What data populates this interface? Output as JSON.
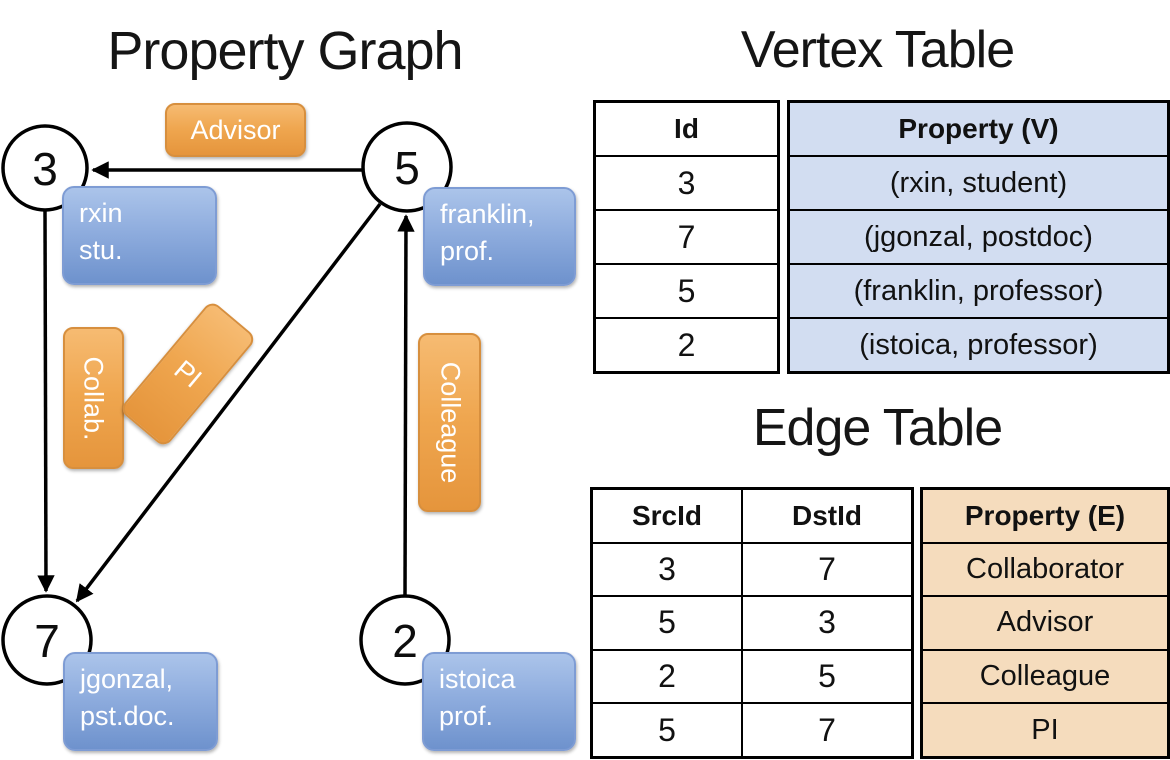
{
  "graph": {
    "title": "Property Graph",
    "nodes": [
      {
        "id": "3",
        "prop_line1": "rxin",
        "prop_line2": "stu."
      },
      {
        "id": "5",
        "prop_line1": "franklin,",
        "prop_line2": "prof."
      },
      {
        "id": "7",
        "prop_line1": "jgonzal,",
        "prop_line2": "pst.doc."
      },
      {
        "id": "2",
        "prop_line1": "istoica",
        "prop_line2": "prof."
      }
    ],
    "edges": {
      "advisor": "Advisor",
      "collab": "Collab.",
      "pi": "PI",
      "colleague": "Colleague"
    }
  },
  "vertex_table": {
    "title": "Vertex Table",
    "columns": [
      "Id",
      "Property (V)"
    ],
    "rows": [
      [
        "3",
        "(rxin, student)"
      ],
      [
        "7",
        "(jgonzal, postdoc)"
      ],
      [
        "5",
        "(franklin, professor)"
      ],
      [
        "2",
        "(istoica, professor)"
      ]
    ]
  },
  "edge_table": {
    "title": "Edge Table",
    "columns": [
      "SrcId",
      "DstId",
      "Property (E)"
    ],
    "rows": [
      [
        "3",
        "7",
        "Collaborator"
      ],
      [
        "5",
        "3",
        "Advisor"
      ],
      [
        "2",
        "5",
        "Colleague"
      ],
      [
        "5",
        "7",
        "PI"
      ]
    ]
  },
  "colors": {
    "edge_label_orange": "#efa64f",
    "vertex_box_blue": "#8fadde",
    "vertex_table_fill": "#d2ddf1",
    "edge_table_fill": "#f5dcbd",
    "line_black": "#000000"
  }
}
